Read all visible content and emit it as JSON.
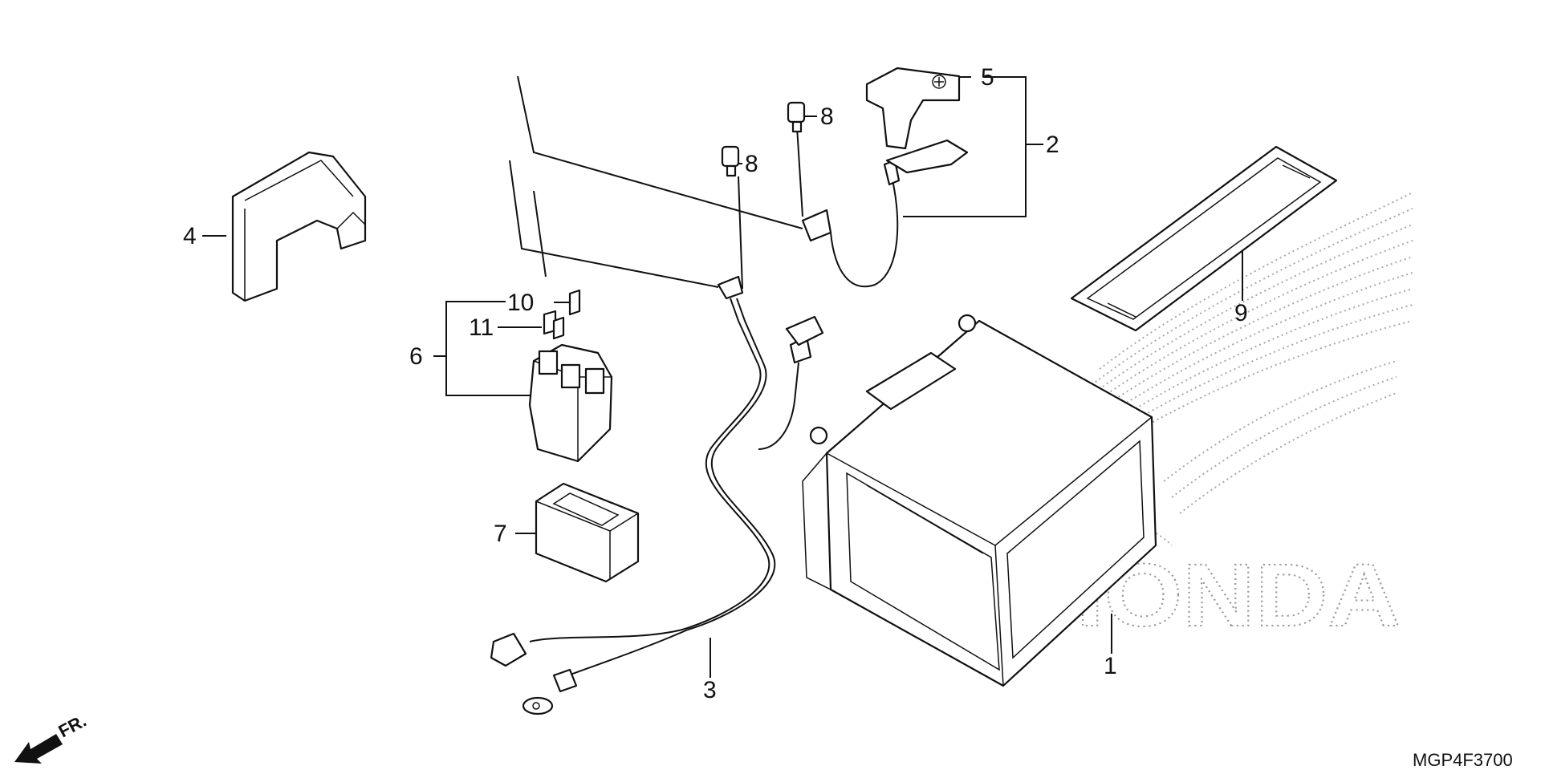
{
  "diagram": {
    "callouts": [
      "1",
      "2",
      "3",
      "4",
      "5",
      "6",
      "7",
      "8",
      "8",
      "9",
      "10",
      "11"
    ],
    "direction_label": "FR.",
    "diagram_code": "MGP4F3700",
    "watermark_text": "HONDA",
    "parts": [
      {
        "ref": "1",
        "name": "battery"
      },
      {
        "ref": "2",
        "name": "battery-cable-assembly"
      },
      {
        "ref": "3",
        "name": "wire-harness"
      },
      {
        "ref": "4",
        "name": "terminal-cover"
      },
      {
        "ref": "5",
        "name": "terminal-clamp"
      },
      {
        "ref": "6",
        "name": "relay-assembly"
      },
      {
        "ref": "7",
        "name": "relay-cover"
      },
      {
        "ref": "8",
        "name": "bolt"
      },
      {
        "ref": "9",
        "name": "battery-band"
      },
      {
        "ref": "10",
        "name": "fuse"
      },
      {
        "ref": "11",
        "name": "fuse"
      }
    ]
  }
}
